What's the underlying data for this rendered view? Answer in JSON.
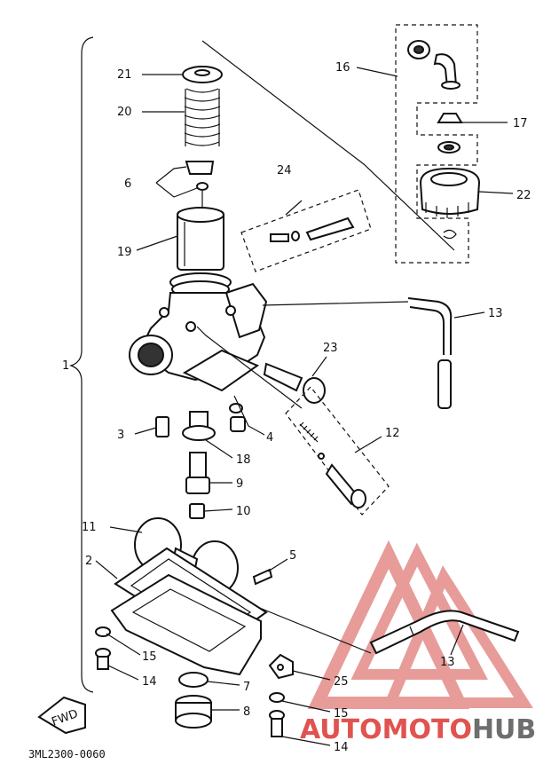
{
  "diagram": {
    "part_code": "3ML2300-0060",
    "fwd_label": "FWD",
    "group_label": "1",
    "callouts": {
      "c2": "2",
      "c3": "3",
      "c4": "4",
      "c5": "5",
      "c6": "6",
      "c7": "7",
      "c8": "8",
      "c9": "9",
      "c10": "10",
      "c11": "11",
      "c12": "12",
      "c13a": "13",
      "c13b": "13",
      "c14a": "14",
      "c14b": "14",
      "c15a": "15",
      "c15b": "15",
      "c16": "16",
      "c17": "17",
      "c18": "18",
      "c19": "19",
      "c20": "20",
      "c21": "21",
      "c22": "22",
      "c23": "23",
      "c24": "24",
      "c25": "25"
    }
  },
  "watermark": {
    "text_main": "AUTOMOTO",
    "text_accent": "HUB",
    "colors": {
      "main": "#e0534f",
      "accent": "#6e6e6e"
    }
  }
}
